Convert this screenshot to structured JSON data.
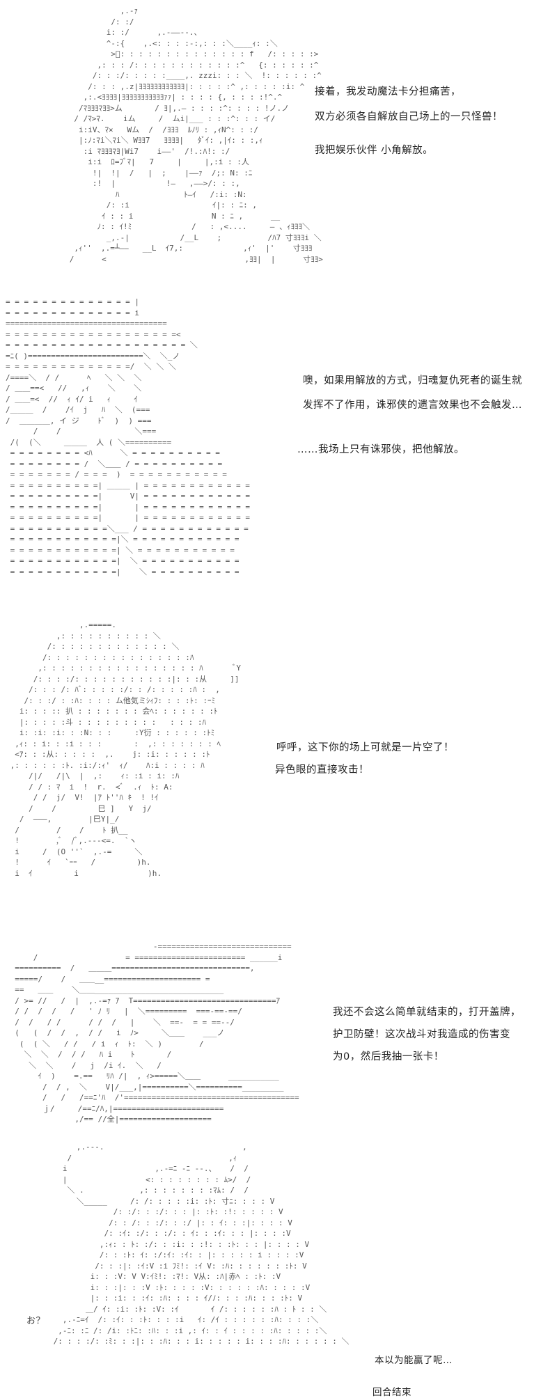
{
  "panels": [
    {
      "dialogue": [
        "接着，我发动魔法卡分担痛苦，",
        "双方必须各自解放自己场上的一只怪兽！",
        "我把娱乐伙伴 小角解放。"
      ],
      "art": [
        "                 ,.-ｧ",
        "               /: :/",
        "              i: :/      ,.-――‐-.、",
        "              ^-:{    ,.<: : : :-:,: : :＼____ｨ: :＼",
        "               >ﾞ: : : : : : : : : : : : : : f   /: : : : :>",
        "            ,: : : /: : : : : : : : : : : :^   {: : : : : :^",
        "           /: : :/: : : : :____,. zzzi: : : ＼  !: : : : : :^",
        "          /: : : ,.z|ﾖﾖﾖﾖﾖﾖﾖﾖﾖﾖﾖﾖ|: : : : :^ ,: : : : :i: ^",
        "         ,:.<ﾖﾖﾖﾖ|ﾖﾖﾖﾖﾖﾖﾖﾖﾖﾖﾖｧｧ| : : : : {, : : : :!^.^",
        "        /ﾏﾖﾖﾖﾏﾖﾖ>ム       / ﾖ|,.― : : : :^: : : : !ノ.ノ",
        "       / /ﾏ>ﾏ.    iム     /  ムi|___ : : :^: : : イ/",
        "        i:iV、ﾏ×   Wム  /  /ﾖﾖﾖ  ﾙﾉﾘ : ,ｨN^: : :/",
        "        |:ﾉ:ﾏi＼ﾏi＼ Wﾖﾖ7   ﾖﾖﾖﾖ|   ﾀﾞｲ: ,|ｲ: : :,ｨ",
        "         :i ﾏﾖﾖﾖﾏﾖ|Wi7    i――'  /!.:ﾊ!: :/",
        "          i:i  ﾛ=ﾌﾞﾏ|   7     |     |,:i : :人",
        "           !|  !|  /   |  ;    |――ｧ  /;: N: :ﾆ",
        "           :!  |           !―   ,――>/: : :,",
        "                ﾊ              ﾄ―ｲ   /:i: :N:",
        "              /: :i                  ｲ|: : ﾆ: ,",
        "             ｲ : : i                 N : ﾆ ,      __",
        "            ﾉ: : ｲ!ﾐ             /   : ,<....     ― 、ｨﾖﾖﾖ＼",
        "              _,.-|           /__L    ;          /ﾊ7 寸ﾖﾖﾖi ＼",
        "       ,ｨ''  ,.=┴――   __L  ｲ7,:             ,ｨ'  |'    寸ﾖﾖﾖ",
        "      /      <                              ,ﾖﾖ|  |      寸ﾖﾖ>"
      ]
    },
    {
      "dialogue": [
        "噢，如果用解放的方式，归魂复仇死者的诞生就",
        "发挥不了作用，诛邪侠的遗言效果也不会触发…",
        "……我场上只有诛邪侠，把他解放。"
      ],
      "art": [
        "= = = = = = = = = = = = = = |",
        "= = = = = = = = = = = = = = i",
        "===================================",
        "= = = = = = = = = = = = = = = = = = =<",
        "= = = = = = = = = = = = = = = = = = = = ＼",
        "=ﾆ( )=========================＼  ＼_ノ",
        "= = = = = = = = = = = = = =/  ＼ ＼ ＼",
        "/====＼  / /      ﾍ   ＼ ＼  ＼",
        "/ ＿＿==<   //   ,ｨ    ＼    ＼",
        "/ ＿＿=<  //  ｨ ｲ/ i   ｨ     ｲ ",
        "/＿＿＿  /    /ｲ  j   ﾊ  ＼  (===",
        "/  ＿＿＿＿, イ ジ    ﾄﾞ  )  ) ===",
        "      /    /                ＼===",
        " /(  (＼     ＿＿＿  人 ( ＼==========",
        " = = = = = = = = <ﾊ      ＼ = = = = = = = = = =",
        " = = = = = = = = /  ＼＿＿ / = = = = = = = = = =",
        " = = = = = = = / = = =  )  = = = = = = = = = = =",
        " = = = = = = = = = =| ＿＿＿ | = = = = = = = = = = = =",
        " = = = = = = = = = =|      V| = = = = = = = = = = = =",
        " = = = = = = = = = =|       | = = = = = = = = = = = =",
        " = = = = = = = = = =|       | = = = = = = = = = = = =",
        " = = = = = = = = = = =＼___ / = = = = = = = = = = = =",
        " = = = = = = = = = = = =|＼ = = = = = = = = = = = =",
        " = = = = = = = = = = = =| ＼ = = = = = = = = = = =",
        " = = = = = = = = = = = =|  ＼ = = = = = = = = = = =",
        " = = = = = = = = = = = =|    ＼ = = = = = = = = = ="
      ]
    },
    {
      "dialogue": [
        "呼呼，这下你的场上可就是一片空了！",
        "异色眼的直接攻击！"
      ],
      "art": [
        "                ,.=====.",
        "           ,: : : : : : : : : : ＼",
        "         /: : : : : : : : : : : : : ＼",
        "        /: : : : : : : : : : : : : : : :ﾊ",
        "       ,: : : : : : : : : : : : : : : : : ﾊ       ﾞY",
        "      /: : : :/: : : : : : : : : : :|: : :从     ]]",
        "     /: : : /: ﾊﾞ: : : : :/: : /: : : : :ﾊ :  ,",
        "    /: : :/ : :ﾊ: : : : ム他気ミｼｨﾌ: : : :ﾄ: :ｰﾐ",
        "   i: : : :: 扒 : : : : : : : 会ﾍ: : : : : : :ﾄ",
        "   |: : : : :斗 : : : : : : : : :   : : : :ﾊ",
        "   i: :i: :i: : :N: : :     :Y衍 : : : : : :ﾄﾐ",
        "  ,ｨ: : i: : :i : : :       :  ,: : : : : : : ﾍ",
        "  <ｱ: : :从: : : : :  ,.    j: :i: : : : : :ﾄ",
        " ,: : : : : :ﾄ. :i:/:ｨ'  ｨ/    ﾊ:i : : : : ﾊ",
        "     /|/   /|\\  |  ,:    ｨ: :i : i: :ﾊ",
        "     / / : ﾏ  i  !  r.  <ﾞ  .ｨ  ﾄ: A:",
        "      / /  j/  V!  |ｱ ﾄ''ﾊ ｷ  ! !ｲ",
        "     /    /         巳 ]   Y  j/",
        "   /  ―――,        |巳Y|_/",
        "  /        /    /    ﾄ 扒__",
        "  !        ,ﾞ  /ﾞ,.---<=.  `ヽ",
        "  i     /  (O ''`  ,.-=     ＼",
        "  !      ｲ   `ｰｰ   /         )h.",
        "  i  ｲ         i               )h."
      ]
    },
    {
      "dialogue": [
        "我还不会这么简单就结束的，打开盖牌，",
        "护卫防壁！这次战斗对我造成的伤害变",
        "为0，然后我抽一张卡！"
      ],
      "art": [
        "                                -=============================",
        "      /                   = ======================== ______i",
        "  ==========  /   ＿＿＿==============================,",
        "  =====/    /   ＿＿__===================== =",
        "  ==   ＿＿    ＼＿＿____________________________",
        "  / >= //   /  |  ,.-=ｧ ｱ  T===============================ｱ",
        "  / /  /  /   /   ' ﾉ ﾘ   |  ＼=========  ===-==-==/",
        "  /  /   / /      / /  /   |    ＼  ==-  = = ==--/",
        "  (   (  /  /  ,  / /   i  ﾉ>     ＼＿＿    ___ノ",
        "   (  ( ＼   / /   / i  ｨ  ﾄ:  ＼ )        /",
        "    ＼  ＼  /  / /   ﾊ i    ﾄ       /",
        "     ＼  ＼    /   j  /i ｲ.  ＼   / ",
        "       ｲ  )    =.==   ﾘﾊ /|  , ｨ>=====＼＿＿      ___________",
        "        /  / ,  ＼    V|/___,|==========＼==========_________",
        "        /   /   /==ﾆ'ﾊ  /'======================================",
        "        ｊ/     /==ﾆ/ﾊ,|========================",
        "               ,/== //全|===================="
      ]
    },
    {
      "exclamation": "お？",
      "dialogue": [
        "本以为能赢了呢…",
        "回合结束"
      ],
      "art": [
        "      ,.-‐-.                              ,",
        "    /                                  ,ｨ ",
        "   i                   ,.-=ﾆ ‐ﾆ ‐-.、   /  /",
        "   |                 <: : : : : : : : ﾑ>/  /",
        "    ＼ .            ,: : : : : : : :ﾏﾑ: /  /",
        "      ＼_____     /: /: : : : :i: :ﾄ: 寸ﾆ: : : : V",
        "              /: :/: : :/: : : |: :ﾄ: :!: : : : : V",
        "             /: : /: : :/: : :/ |: : ｲ: : :|: : : : V",
        "            /: :ｲ: :/: : :/: : ｲ: : :ｲ: : : |: : : :V",
        "           ,:ｨ: : ﾄ: :/: : :i: : :!: : :ﾄ: : : |: : : : V",
        "           /: : :ﾄ: ｲ: :/:ｲ: :ｲ: : |: : : : : i : : : :V",
        "          /: : :|: :ｲ:V :i ﾌﾐ!: :ｲ V: :ﾊ: : : : : : :ﾄ: V",
        "         i: : :V: V V:ｲﾐ!: :ﾏ!: V从: :ﾊ|赤ﾍ : :ﾄ: :V",
        "         i: : :|: : :V :ﾄ: : : : :V: : : : : :ﾊ: : : : :V",
        "         |: : :i: : :ｲ: :ﾊ: : : : ｲ/ﾉ: : : :ﾊ: : : :ﾄ: V",
        "        ＿/ ｲ: :i: :ﾄ: :V: :ｲ       ｲ /: : : : : :ﾊ : ﾄ : : ＼",
        "   ,.-ﾆ=ｲ  /: :ｲ: : :ﾄ: : : :i   ｲ: /ｲ : : : : : :ﾊ: : : :＼",
        "  ,-ﾆ: :ﾆ /: /i: :ﾄﾆ: :ﾊ: : :i ,: ｲ: : ｲ : : : : :ﾊ: : : : :＼",
        " /: : : :/: :ﾐ: : :|: : :ﾊ: : : i: : : : : i: : : :ﾊ: : : : : : ＼"
      ]
    }
  ]
}
